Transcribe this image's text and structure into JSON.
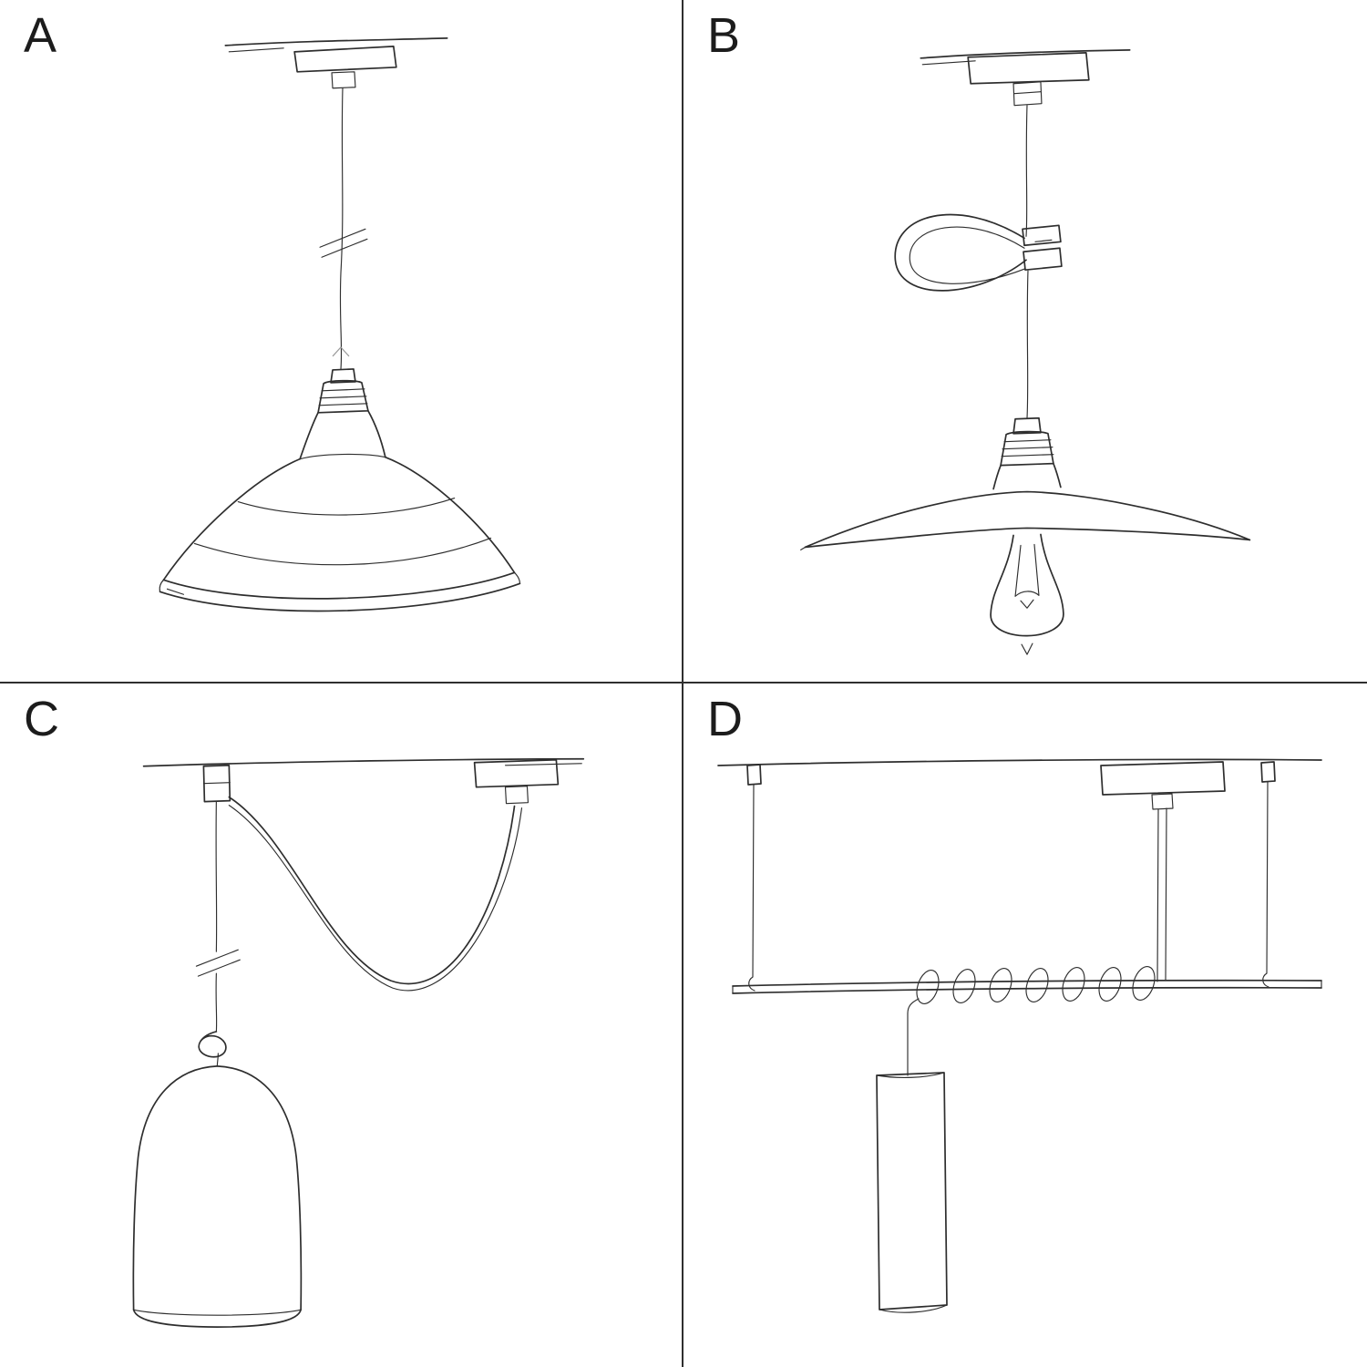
{
  "page": {
    "background_color": "#ffffff",
    "ink_color": "#2e2e2e",
    "divider_color": "#2f2f2f"
  },
  "panels": [
    {
      "label": "A",
      "sketch": "pendant-cable-with-industrial-bistro-shade"
    },
    {
      "label": "B",
      "sketch": "pendant-cable-with-peg-loop-flat-shade-and-bulb"
    },
    {
      "label": "C",
      "sketch": "swag-pendant-with-hook-knot-and-bell-shade"
    },
    {
      "label": "D",
      "sketch": "bar-suspension-with-coiled-cable-and-tube-pendant"
    }
  ]
}
